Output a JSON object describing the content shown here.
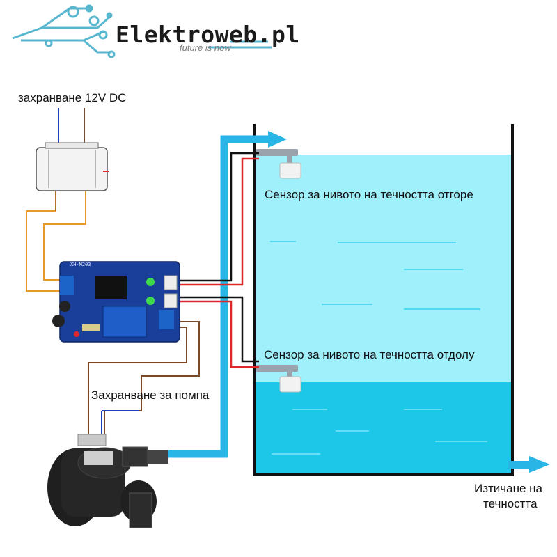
{
  "brand": {
    "name": "Elektroweb.pl",
    "tagline": "future is now"
  },
  "labels": {
    "power_supply": "захранване 12V DC",
    "pump_power": "Захранване за помпа",
    "sensor_top": "Сензор за нивото на течността отгоре",
    "sensor_bottom": "Сензор за нивото на течността отдолу",
    "outflow_line1": "Изтичане на",
    "outflow_line2": "течността"
  },
  "board": {
    "model": "XH-M203"
  },
  "colors": {
    "pipe": "#29b6e6",
    "water": "#1cc7e8",
    "tank_upper": "#9ff0fb",
    "board": "#1a3f9a",
    "wire_orange": "#e39a2a",
    "wire_brown": "#7a4a28",
    "wire_red": "#e0262a",
    "wire_black": "#111111",
    "wire_blue": "#1f3fbf"
  },
  "icons": {
    "power_adapter": "power-adapter-icon",
    "controller_board": "relay-board-icon",
    "pump": "water-pump-icon",
    "float_sensor": "float-switch-icon"
  }
}
